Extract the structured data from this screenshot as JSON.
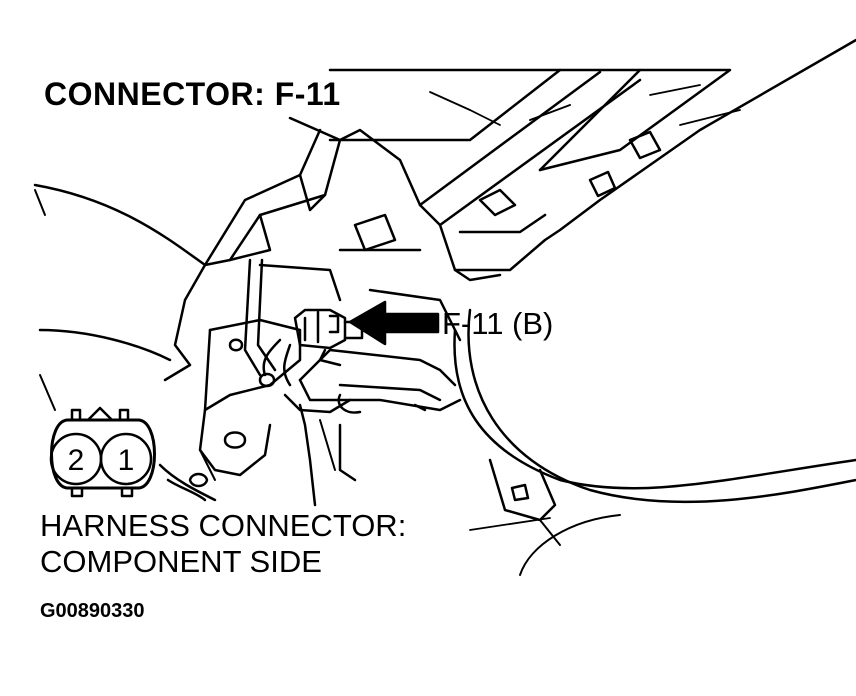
{
  "title": "CONNECTOR: F-11",
  "callout_label": "F-11 (B)",
  "harness_label": {
    "line1": "HARNESS CONNECTOR:",
    "line2": "COMPONENT SIDE"
  },
  "connector_pins": [
    "2",
    "1"
  ],
  "figure_id": "G00890330",
  "colors": {
    "line": "#000000",
    "background": "#ffffff"
  }
}
